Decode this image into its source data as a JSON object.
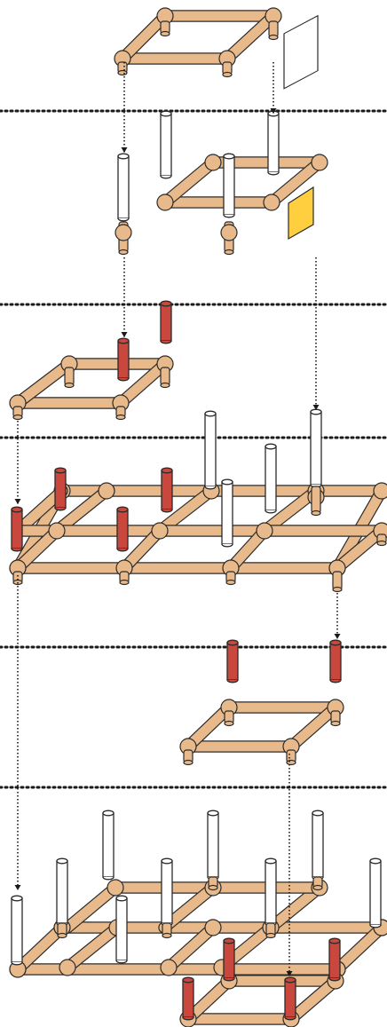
{
  "colors": {
    "pipe": "#e8b98a",
    "outline": "#2b2b2b",
    "post_white": "#ffffff",
    "post_red": "#c9473d",
    "panel": "#ffcf40",
    "guide": "#1a1a1a"
  },
  "icons": [
    "pipe-frame-diagram",
    "white-post",
    "red-post",
    "yellow-panel"
  ]
}
